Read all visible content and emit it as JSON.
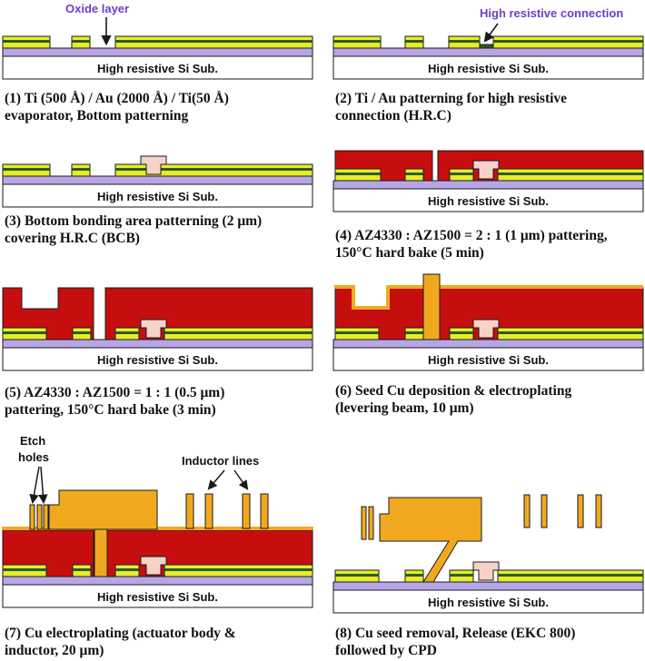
{
  "colors": {
    "substrate": "#ffffff",
    "oxide": "#b7a6e6",
    "ti_au_yellow": "#e7ec2a",
    "ti_au_green": "#2f5a22",
    "bcb": "#f6d2c8",
    "photoresist": "#c70e0e",
    "copper": "#f0a91f",
    "outline": "#1a1a1a",
    "callout_text": "#6a3fd0"
  },
  "labels": {
    "substrate": "High resistive Si Sub.",
    "oxide_layer": "Oxide layer",
    "high_resistive_connection": "High resistive connection",
    "etch_holes": "Etch\nholes",
    "inductor_lines": "Inductor lines"
  },
  "steps": [
    {
      "caption": "(1) Ti (500 Å) / Au (2000 Å) / Ti(50 Å)\nevaporator, Bottom patterning"
    },
    {
      "caption": "(2) Ti / Au patterning for high resistive\nconnection (H.R.C)"
    },
    {
      "caption": "(3) Bottom bonding area patterning (2 μm)\ncovering H.R.C (BCB)"
    },
    {
      "caption": "(4) AZ4330 : AZ1500 = 2 : 1 (1 μm) pattering,\n150°C hard bake (5 min)"
    },
    {
      "caption": "(5) AZ4330 : AZ1500 = 1 : 1 (0.5 μm)\npattering, 150°C hard bake (3 min)"
    },
    {
      "caption": "(6) Seed Cu deposition & electroplating\n(levering beam, 10 μm)"
    },
    {
      "caption": "(7) Cu electroplating (actuator body &\ninductor, 20 μm)"
    },
    {
      "caption": "(8) Cu seed removal, Release (EKC 800)\nfollowed by CPD"
    }
  ]
}
